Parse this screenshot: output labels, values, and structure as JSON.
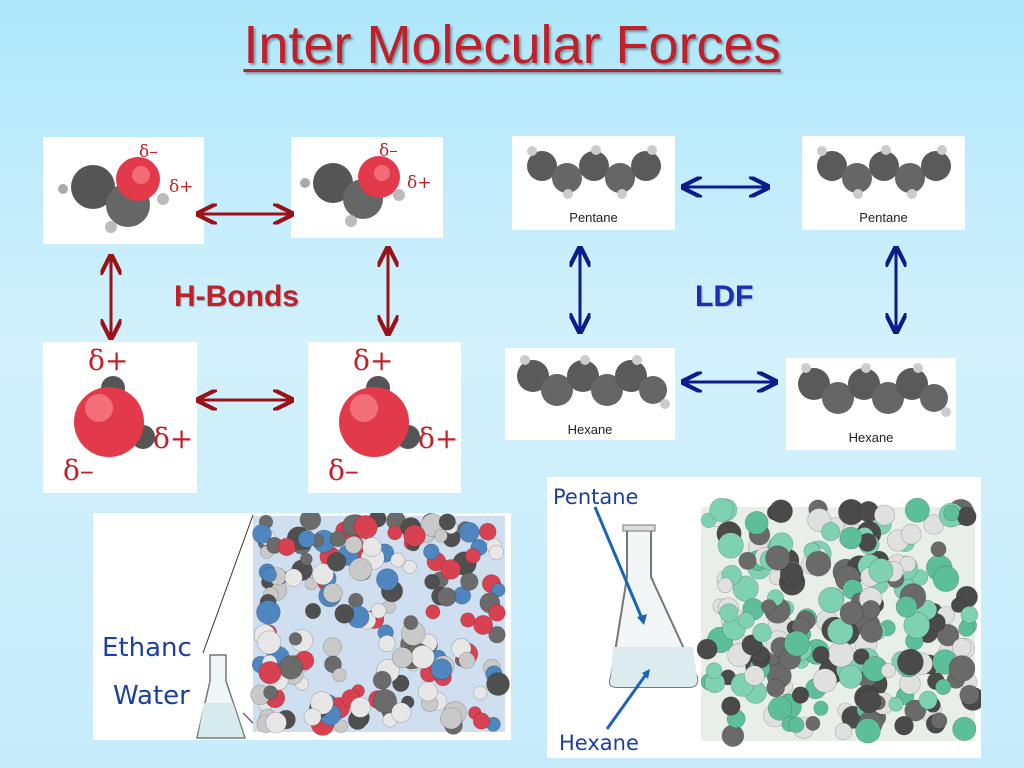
{
  "title": "Inter Molecular Forces",
  "labels": {
    "hbonds": "H-Bonds",
    "ldf": "LDF"
  },
  "colors": {
    "title": "#c0202a",
    "hbonds_label": "#c0202a",
    "ldf_label": "#1c2db5",
    "hbond_arrow": "#9b1118",
    "ldf_arrow": "#0c1a8c"
  },
  "charges": {
    "partial_negative": "δ–",
    "partial_positive": "δ+"
  },
  "molecules": {
    "pentane": "Pentane",
    "hexane": "Hexane"
  },
  "mixtures": {
    "left": {
      "top_label": "Ethanc",
      "bottom_label": "Water"
    },
    "right": {
      "top_label": "Pentane",
      "bottom_label": "Hexane"
    }
  }
}
